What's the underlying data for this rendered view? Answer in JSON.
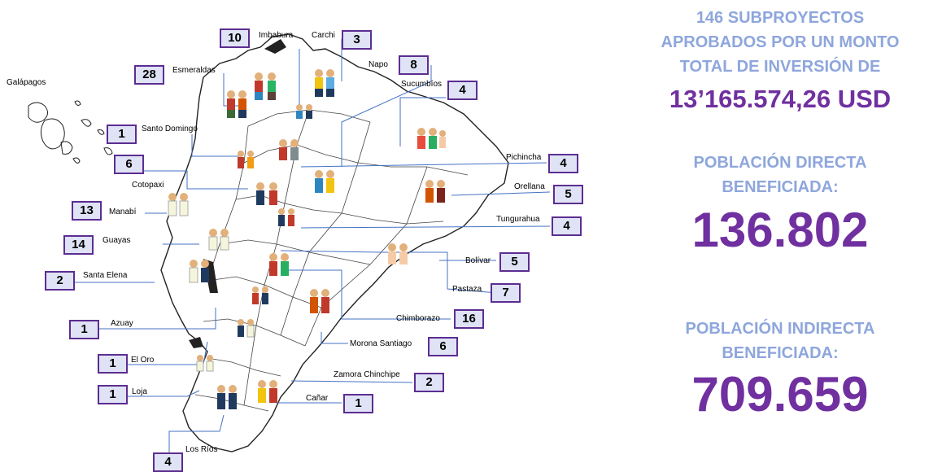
{
  "stats": {
    "subprojects_line1": "146 SUBPROYECTOS",
    "subprojects_line2": "APROBADOS POR UN MONTO",
    "subprojects_line3": "TOTAL DE INVERSIÓN DE",
    "investment": "13’165.574,26 USD",
    "direct_line1": "POBLACIÓN DIRECTA",
    "direct_line2": "BENEFICIADA:",
    "direct_value": "136.802",
    "indirect_line1": "POBLACIÓN INDIRECTA",
    "indirect_line2": "BENEFICIADA:",
    "indirect_value": "709.659"
  },
  "provinces": [
    {
      "name": "Galápagos",
      "count": ""
    },
    {
      "name": "Imbabura",
      "count": "10"
    },
    {
      "name": "Carchi",
      "count": "3"
    },
    {
      "name": "Esmeraldas",
      "count": "28"
    },
    {
      "name": "Napo",
      "count": "8"
    },
    {
      "name": "Sucumbíos",
      "count": "4"
    },
    {
      "name": "Santo Domingo",
      "count": "1"
    },
    {
      "name": "Pichincha",
      "count": "4"
    },
    {
      "name": "Cotopaxi",
      "count": "6"
    },
    {
      "name": "Orellana",
      "count": "5"
    },
    {
      "name": "Manabí",
      "count": "13"
    },
    {
      "name": "Tungurahua",
      "count": "4"
    },
    {
      "name": "Guayas",
      "count": "14"
    },
    {
      "name": "Bolívar",
      "count": "5"
    },
    {
      "name": "Santa Elena",
      "count": "2"
    },
    {
      "name": "Pastaza",
      "count": "7"
    },
    {
      "name": "Chimborazo",
      "count": "16"
    },
    {
      "name": "Azuay",
      "count": "1"
    },
    {
      "name": "Morona Santiago",
      "count": "6"
    },
    {
      "name": "El Oro",
      "count": "1"
    },
    {
      "name": "Zamora Chinchipe",
      "count": "2"
    },
    {
      "name": "Loja",
      "count": "1"
    },
    {
      "name": "Cañar",
      "count": "1"
    },
    {
      "name": "Los Ríos",
      "count": "4"
    }
  ],
  "colors": {
    "accent": "#7030a0",
    "heading": "#8ea6dc",
    "box_border": "#5c2d91",
    "box_fill": "#dfe3f5",
    "leader": "#4472c4"
  }
}
